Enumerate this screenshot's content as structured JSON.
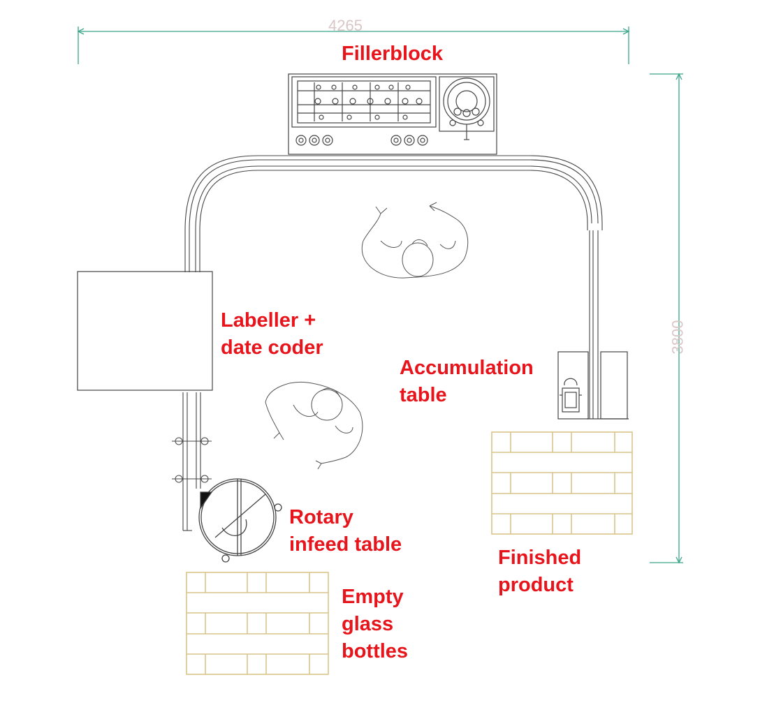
{
  "dimensions": {
    "width_label": "4265",
    "height_label": "3800",
    "line_color": "#3aa58a"
  },
  "labels": {
    "fillerblock": "Fillerblock",
    "labeller_line1": "Labeller +",
    "labeller_line2": "date coder",
    "accumulation_line1": "Accumulation",
    "accumulation_line2": "table",
    "rotary_line1": "Rotary",
    "rotary_line2": "infeed table",
    "finished_line1": "Finished",
    "finished_line2": "product",
    "empty_line1": "Empty",
    "empty_line2": "glass",
    "empty_line3": "bottles"
  },
  "colors": {
    "label_red": "#e8141b",
    "pallet_outline": "#d8c48a",
    "equipment_line": "#444444"
  }
}
